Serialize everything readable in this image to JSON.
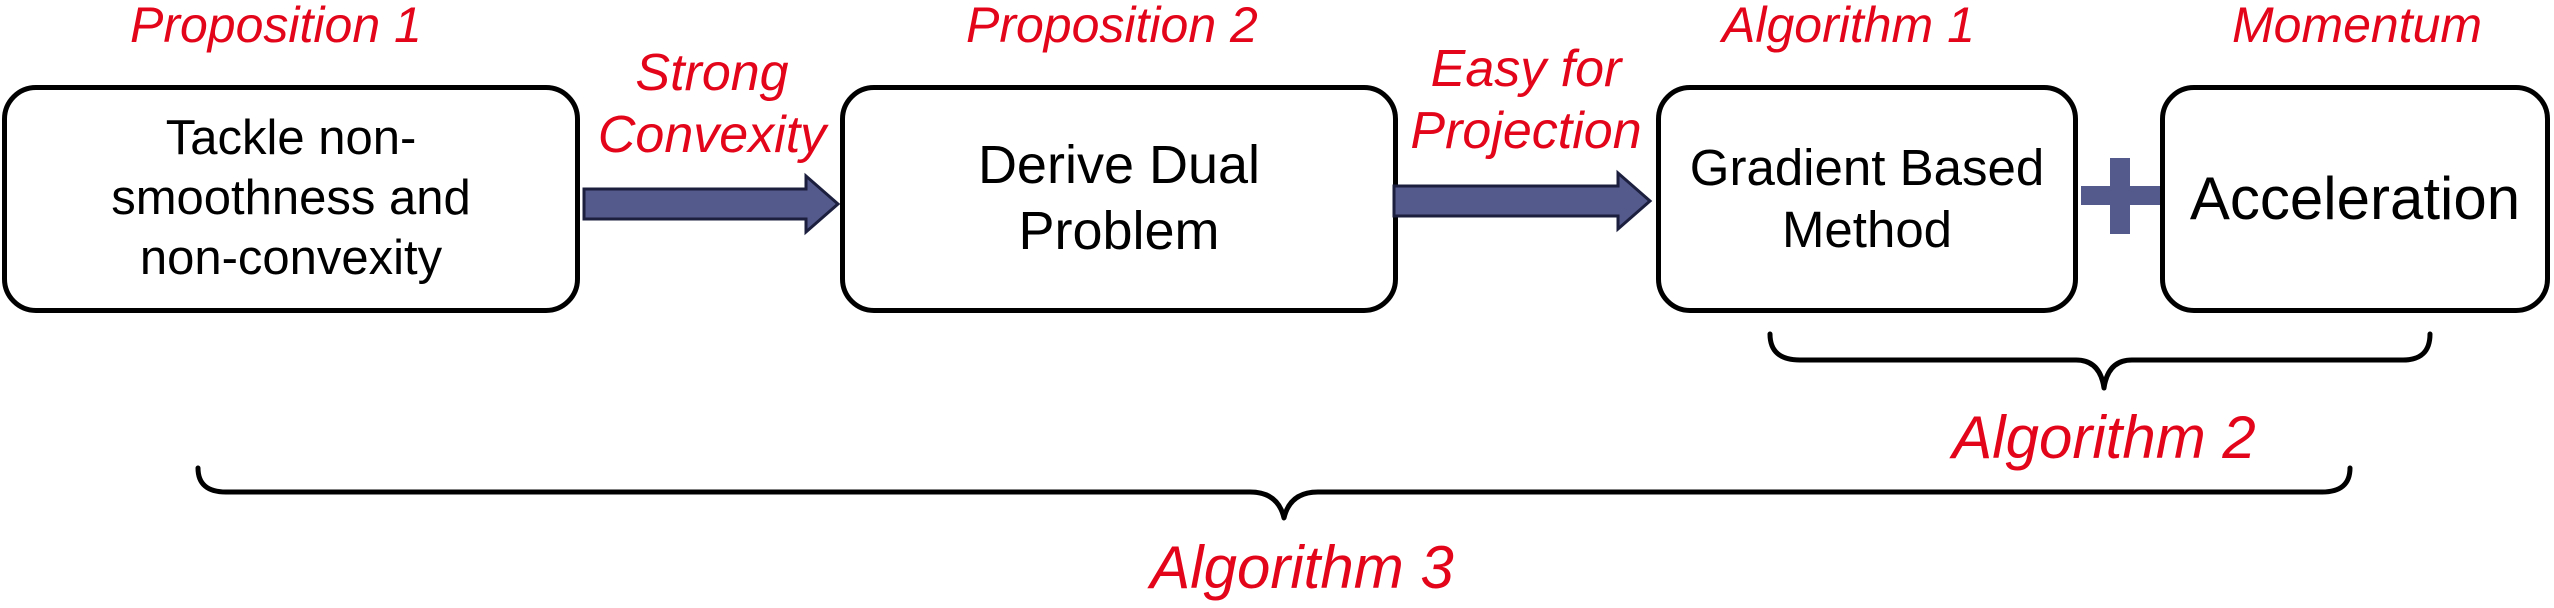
{
  "colors": {
    "label_red": "#e3061b",
    "arrow_fill": "#545a8c",
    "arrow_stroke": "#1c1f3e",
    "plus_fill": "#545a8c",
    "box_border": "#000000"
  },
  "boxes": {
    "box1": {
      "label": "Tackle non-\nsmoothness and\nnon-convexity"
    },
    "box2": {
      "label": "Derive Dual\nProblem"
    },
    "box3": {
      "label": "Gradient Based\nMethod"
    },
    "box4": {
      "label": "Acceleration"
    }
  },
  "labels": {
    "proposition_1": "Proposition 1",
    "proposition_2": "Proposition 2",
    "algorithm_1": "Algorithm 1",
    "momentum": "Momentum",
    "strong_convexity": "Strong\nConvexity",
    "easy_for_projection": "Easy for\nProjection",
    "algorithm_2": "Algorithm 2",
    "algorithm_3": "Algorithm 3"
  },
  "icons": {
    "arrow_1": "right-arrow-icon",
    "arrow_2": "right-arrow-icon",
    "plus": "plus-icon",
    "brace_small": "curly-brace-icon",
    "brace_large": "curly-brace-icon"
  }
}
